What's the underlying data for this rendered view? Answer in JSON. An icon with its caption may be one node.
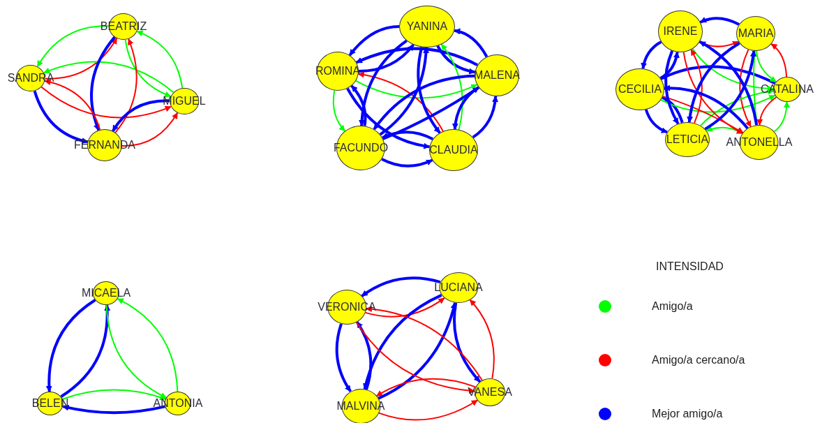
{
  "diagram": {
    "nodes": [
      {
        "text": [
          "BEATRIZ"
        ]
      },
      {
        "text": [
          "SANDRA"
        ]
      },
      {
        "text": [
          "MIGUEL"
        ]
      },
      {
        "text": [
          "FERNANDA"
        ]
      },
      {
        "text": [
          "YANINA"
        ]
      },
      {
        "text": [
          "ROMINA"
        ]
      },
      {
        "text": [
          "MALENA"
        ]
      },
      {
        "text": [
          "FACUNDO"
        ]
      },
      {
        "text": [
          "CLAUDIA"
        ]
      },
      {
        "text": [
          "IRENE"
        ]
      },
      {
        "text": [
          "MARIA"
        ]
      },
      {
        "text": [
          "CECILIA"
        ]
      },
      {
        "text": [
          "CATALINA"
        ]
      },
      {
        "text": [
          "LETICIA"
        ]
      },
      {
        "text": [
          "ANTONELLA"
        ]
      },
      {
        "text": [
          "MICAELA"
        ]
      },
      {
        "text": [
          "BELEN"
        ]
      },
      {
        "text": [
          "ANTONIA"
        ]
      },
      {
        "text": [
          "VERONICA"
        ]
      },
      {
        "text": [
          "LUCIANA"
        ]
      },
      {
        "text": [
          "VANESA"
        ]
      },
      {
        "text": [
          "MALVINA"
        ]
      }
    ],
    "edges": [
      {
        "from": 1,
        "to": 0,
        "arrow": "to",
        "color": "#ff0000"
      },
      {
        "from": 0,
        "to": 1,
        "arrow": "to",
        "color": "#00ff00"
      },
      {
        "from": 0,
        "to": 2,
        "arrow": "to",
        "color": "#00ff00"
      },
      {
        "from": 2,
        "to": 0,
        "arrow": "to",
        "color": "#00ff00"
      },
      {
        "from": 1,
        "to": 2,
        "arrow": "to",
        "color": "#ff0000"
      },
      {
        "from": 2,
        "to": 1,
        "arrow": "to",
        "color": "#00ff00"
      },
      {
        "from": 0,
        "to": 3,
        "arrow": "to"
      },
      {
        "from": 3,
        "to": 0,
        "arrow": "to",
        "color": "#ff0000"
      },
      {
        "from": 1,
        "to": 3,
        "arrow": "to"
      },
      {
        "from": 3,
        "to": 1,
        "arrow": "to",
        "color": "#ff0000"
      },
      {
        "from": 3,
        "to": 2,
        "arrow": "to",
        "color": "#ff0000"
      },
      {
        "from": 2,
        "to": 3,
        "arrow": "to"
      },
      {
        "from": 4,
        "to": 5,
        "arrow": "to"
      },
      {
        "from": 5,
        "to": 4,
        "arrow": "to"
      },
      {
        "from": 4,
        "to": 6,
        "arrow": "to"
      },
      {
        "from": 6,
        "to": 4,
        "arrow": "to"
      },
      {
        "from": 5,
        "to": 6,
        "arrow": "to",
        "color": "#00ff00"
      },
      {
        "from": 6,
        "to": 5,
        "arrow": "to"
      },
      {
        "from": 5,
        "to": 7,
        "arrow": "to",
        "color": "#00ff00"
      },
      {
        "from": 7,
        "to": 5,
        "arrow": "to"
      },
      {
        "from": 5,
        "to": 8,
        "arrow": "to"
      },
      {
        "from": 8,
        "to": 5,
        "arrow": "to",
        "color": "#ff0000"
      },
      {
        "from": 4,
        "to": 7,
        "arrow": "to"
      },
      {
        "from": 7,
        "to": 4,
        "arrow": "to"
      },
      {
        "from": 4,
        "to": 8,
        "arrow": "to"
      },
      {
        "from": 8,
        "to": 4,
        "arrow": "to",
        "color": "#00ff00"
      },
      {
        "from": 7,
        "to": 6,
        "arrow": "to"
      },
      {
        "from": 6,
        "to": 7,
        "arrow": "to"
      },
      {
        "from": 6,
        "to": 8,
        "arrow": "to"
      },
      {
        "from": 8,
        "to": 6,
        "arrow": "to"
      },
      {
        "from": 7,
        "to": 8,
        "arrow": "to"
      },
      {
        "from": 8,
        "to": 7,
        "arrow": "to"
      },
      {
        "from": 9,
        "to": 10,
        "arrow": "to",
        "color": "#ff0000"
      },
      {
        "from": 10,
        "to": 9,
        "arrow": "to"
      },
      {
        "from": 9,
        "to": 11,
        "arrow": "to"
      },
      {
        "from": 11,
        "to": 9,
        "arrow": "to"
      },
      {
        "from": 11,
        "to": 13,
        "arrow": "to"
      },
      {
        "from": 13,
        "to": 11,
        "arrow": "to"
      },
      {
        "from": 9,
        "to": 12,
        "arrow": "to",
        "color": "#00ff00"
      },
      {
        "from": 12,
        "to": 11,
        "arrow": "to"
      },
      {
        "from": 11,
        "to": 12,
        "arrow": "to",
        "color": "#00ff00"
      },
      {
        "from": 10,
        "to": 12,
        "arrow": "to",
        "color": "#00ff00"
      },
      {
        "from": 12,
        "to": 10,
        "arrow": "to",
        "color": "#ff0000"
      },
      {
        "from": 10,
        "to": 14,
        "arrow": "to",
        "color": "#ff0000"
      },
      {
        "from": 14,
        "to": 10,
        "arrow": "to",
        "color": "#00ff00"
      },
      {
        "from": 12,
        "to": 14,
        "arrow": "to",
        "color": "#ff0000"
      },
      {
        "from": 14,
        "to": 12,
        "arrow": "to",
        "color": "#00ff00"
      },
      {
        "from": 13,
        "to": 12,
        "arrow": "to",
        "color": "#00ff00"
      },
      {
        "from": 14,
        "to": 13,
        "arrow": "to",
        "color": "#00ff00"
      },
      {
        "from": 11,
        "to": 14,
        "arrow": "to",
        "color": "#ff0000"
      },
      {
        "from": 13,
        "to": 9,
        "arrow": "to",
        "color": "#ff0000"
      },
      {
        "from": 9,
        "to": 14,
        "arrow": "to",
        "color": "#ff0000"
      },
      {
        "from": 14,
        "to": 9,
        "arrow": "to"
      },
      {
        "from": 13,
        "to": 10,
        "arrow": "to"
      },
      {
        "from": 10,
        "to": 13,
        "arrow": "to"
      },
      {
        "from": 9,
        "to": 13,
        "arrow": "to"
      },
      {
        "from": 14,
        "to": 11,
        "arrow": "to"
      },
      {
        "from": 15,
        "to": 16,
        "arrow": "to"
      },
      {
        "from": 16,
        "to": 15,
        "arrow": "to"
      },
      {
        "from": 15,
        "to": 17,
        "arrow": "to",
        "color": "#00ff00"
      },
      {
        "from": 17,
        "to": 15,
        "arrow": "to",
        "color": "#00ff00"
      },
      {
        "from": 16,
        "to": 17,
        "arrow": "to",
        "color": "#00ff00"
      },
      {
        "from": 17,
        "to": 16,
        "arrow": "to"
      },
      {
        "from": 18,
        "to": 19,
        "arrow": "to",
        "color": "#ff0000"
      },
      {
        "from": 19,
        "to": 18,
        "arrow": "to"
      },
      {
        "from": 18,
        "to": 21,
        "arrow": "to"
      },
      {
        "from": 21,
        "to": 18,
        "arrow": "to"
      },
      {
        "from": 19,
        "to": 21,
        "arrow": "to"
      },
      {
        "from": 21,
        "to": 19,
        "arrow": "to"
      },
      {
        "from": 19,
        "to": 20,
        "arrow": "to"
      },
      {
        "from": 20,
        "to": 19,
        "arrow": "to",
        "color": "#ff0000"
      },
      {
        "from": 18,
        "to": 20,
        "arrow": "to",
        "color": "#ff0000"
      },
      {
        "from": 20,
        "to": 18,
        "arrow": "to",
        "color": "#ff0000"
      },
      {
        "from": 21,
        "to": 20,
        "arrow": "to",
        "color": "#ff0000"
      },
      {
        "from": 20,
        "to": 21,
        "arrow": "to",
        "color": "#ff0000"
      }
    ],
    "labels": [
      "INTENSIDAD"
    ],
    "legend": [
      {
        "text": "Amigo/a",
        "color": "#00ff00"
      },
      {
        "text": "Amigo/a cercano/a",
        "color": "#ff0000"
      },
      {
        "text": "Mejor amigo/a",
        "color": "#0000ff"
      }
    ]
  }
}
